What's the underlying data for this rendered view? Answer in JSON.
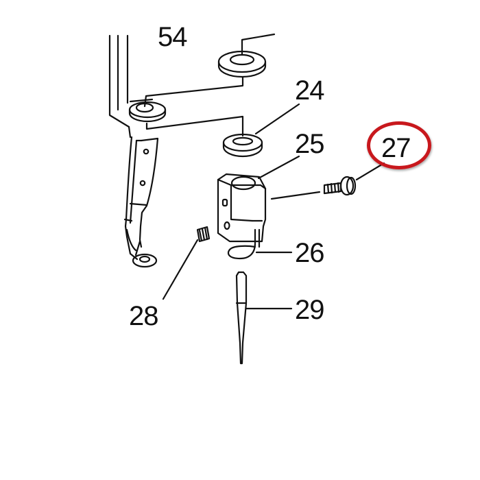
{
  "diagram": {
    "type": "exploded parts diagram",
    "subject": "sewing machine needle bar assembly",
    "highlight_color": "#c8181d",
    "line_color": "#111111",
    "highlighted_part": "27",
    "parts": [
      {
        "id": "54",
        "label": "54",
        "description": "upper washer (label cropped at top)"
      },
      {
        "id": "24",
        "label": "24",
        "description": "washer"
      },
      {
        "id": "25",
        "label": "25",
        "description": "needle clamp block"
      },
      {
        "id": "26",
        "label": "26",
        "description": "thread guide loop"
      },
      {
        "id": "27",
        "label": "27",
        "description": "needle clamp screw",
        "highlighted": true
      },
      {
        "id": "28",
        "label": "28",
        "description": "set screw"
      },
      {
        "id": "29",
        "label": "29",
        "description": "needle"
      }
    ]
  }
}
